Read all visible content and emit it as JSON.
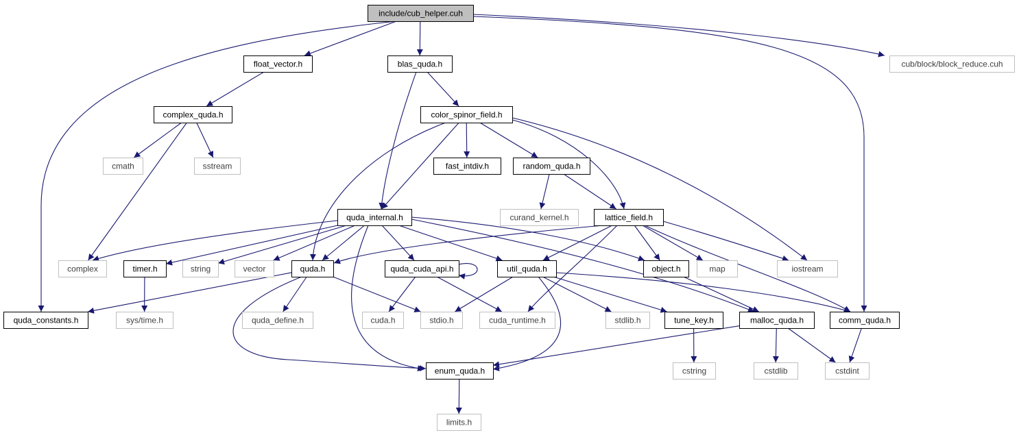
{
  "graph": {
    "colors": {
      "edge": "#191970",
      "local_border": "#000000",
      "system_border": "#bfbfbf",
      "system_text": "#404040",
      "root_fill": "#bfbfbf"
    },
    "nodes": [
      {
        "id": "cub_helper",
        "label": "include/cub_helper.cuh",
        "kind": "root"
      },
      {
        "id": "quda_constants",
        "label": "quda_constants.h",
        "kind": "local"
      },
      {
        "id": "float_vector",
        "label": "float_vector.h",
        "kind": "local"
      },
      {
        "id": "blas_quda",
        "label": "blas_quda.h",
        "kind": "local"
      },
      {
        "id": "cub_block_reduce",
        "label": "cub/block/block_reduce.cuh",
        "kind": "system"
      },
      {
        "id": "comm_quda",
        "label": "comm_quda.h",
        "kind": "local"
      },
      {
        "id": "complex_quda",
        "label": "complex_quda.h",
        "kind": "local"
      },
      {
        "id": "cmath",
        "label": "cmath",
        "kind": "system"
      },
      {
        "id": "sstream",
        "label": "sstream",
        "kind": "system"
      },
      {
        "id": "complex",
        "label": "complex",
        "kind": "system"
      },
      {
        "id": "quda_internal",
        "label": "quda_internal.h",
        "kind": "local"
      },
      {
        "id": "color_spinor_field",
        "label": "color_spinor_field.h",
        "kind": "local"
      },
      {
        "id": "timer",
        "label": "timer.h",
        "kind": "local"
      },
      {
        "id": "string",
        "label": "string",
        "kind": "system"
      },
      {
        "id": "vector",
        "label": "vector",
        "kind": "system"
      },
      {
        "id": "quda",
        "label": "quda.h",
        "kind": "local"
      },
      {
        "id": "quda_cuda_api",
        "label": "quda_cuda_api.h",
        "kind": "local"
      },
      {
        "id": "util_quda",
        "label": "util_quda.h",
        "kind": "local"
      },
      {
        "id": "object",
        "label": "object.h",
        "kind": "local"
      },
      {
        "id": "malloc_quda",
        "label": "malloc_quda.h",
        "kind": "local"
      },
      {
        "id": "enum_quda",
        "label": "enum_quda.h",
        "kind": "local"
      },
      {
        "id": "sys_time",
        "label": "sys/time.h",
        "kind": "system"
      },
      {
        "id": "quda_define",
        "label": "quda_define.h",
        "kind": "system"
      },
      {
        "id": "stdio",
        "label": "stdio.h",
        "kind": "system"
      },
      {
        "id": "cuda",
        "label": "cuda.h",
        "kind": "system"
      },
      {
        "id": "cuda_runtime",
        "label": "cuda_runtime.h",
        "kind": "system"
      },
      {
        "id": "limits",
        "label": "limits.h",
        "kind": "system"
      },
      {
        "id": "stdlib",
        "label": "stdlib.h",
        "kind": "system"
      },
      {
        "id": "tune_key",
        "label": "tune_key.h",
        "kind": "local"
      },
      {
        "id": "cstring",
        "label": "cstring",
        "kind": "system"
      },
      {
        "id": "cstdlib",
        "label": "cstdlib",
        "kind": "system"
      },
      {
        "id": "cstdint",
        "label": "cstdint",
        "kind": "system"
      },
      {
        "id": "fast_intdiv",
        "label": "fast_intdiv.h",
        "kind": "local"
      },
      {
        "id": "random_quda",
        "label": "random_quda.h",
        "kind": "local"
      },
      {
        "id": "lattice_field",
        "label": "lattice_field.h",
        "kind": "local"
      },
      {
        "id": "curand_kernel",
        "label": "curand_kernel.h",
        "kind": "system"
      },
      {
        "id": "map",
        "label": "map",
        "kind": "system"
      },
      {
        "id": "iostream",
        "label": "iostream",
        "kind": "system"
      }
    ],
    "edges": [
      [
        "cub_helper",
        "quda_constants"
      ],
      [
        "cub_helper",
        "float_vector"
      ],
      [
        "cub_helper",
        "blas_quda"
      ],
      [
        "cub_helper",
        "cub_block_reduce"
      ],
      [
        "cub_helper",
        "comm_quda"
      ],
      [
        "float_vector",
        "complex_quda"
      ],
      [
        "complex_quda",
        "cmath"
      ],
      [
        "complex_quda",
        "sstream"
      ],
      [
        "complex_quda",
        "complex"
      ],
      [
        "blas_quda",
        "quda_internal"
      ],
      [
        "blas_quda",
        "color_spinor_field"
      ],
      [
        "quda_internal",
        "complex"
      ],
      [
        "quda_internal",
        "timer"
      ],
      [
        "quda_internal",
        "string"
      ],
      [
        "quda_internal",
        "vector"
      ],
      [
        "quda_internal",
        "quda"
      ],
      [
        "quda_internal",
        "quda_cuda_api"
      ],
      [
        "quda_internal",
        "util_quda"
      ],
      [
        "quda_internal",
        "object"
      ],
      [
        "quda_internal",
        "malloc_quda"
      ],
      [
        "quda_internal",
        "enum_quda"
      ],
      [
        "timer",
        "sys_time"
      ],
      [
        "quda",
        "quda_constants"
      ],
      [
        "quda",
        "quda_define"
      ],
      [
        "quda",
        "stdio"
      ],
      [
        "quda",
        "enum_quda"
      ],
      [
        "quda_cuda_api",
        "quda_cuda_api"
      ],
      [
        "quda_cuda_api",
        "cuda"
      ],
      [
        "quda_cuda_api",
        "cuda_runtime"
      ],
      [
        "util_quda",
        "stdio"
      ],
      [
        "util_quda",
        "enum_quda"
      ],
      [
        "util_quda",
        "stdlib"
      ],
      [
        "util_quda",
        "tune_key"
      ],
      [
        "util_quda",
        "comm_quda"
      ],
      [
        "object",
        "malloc_quda"
      ],
      [
        "malloc_quda",
        "enum_quda"
      ],
      [
        "malloc_quda",
        "cstdlib"
      ],
      [
        "malloc_quda",
        "cstdint"
      ],
      [
        "enum_quda",
        "limits"
      ],
      [
        "tune_key",
        "cstring"
      ],
      [
        "comm_quda",
        "cstdint"
      ],
      [
        "color_spinor_field",
        "quda_internal"
      ],
      [
        "color_spinor_field",
        "quda"
      ],
      [
        "color_spinor_field",
        "fast_intdiv"
      ],
      [
        "color_spinor_field",
        "random_quda"
      ],
      [
        "color_spinor_field",
        "lattice_field"
      ],
      [
        "color_spinor_field",
        "iostream"
      ],
      [
        "random_quda",
        "curand_kernel"
      ],
      [
        "random_quda",
        "lattice_field"
      ],
      [
        "lattice_field",
        "quda"
      ],
      [
        "lattice_field",
        "util_quda"
      ],
      [
        "lattice_field",
        "cuda_runtime"
      ],
      [
        "lattice_field",
        "object"
      ],
      [
        "lattice_field",
        "map"
      ],
      [
        "lattice_field",
        "iostream"
      ],
      [
        "lattice_field",
        "comm_quda"
      ]
    ]
  }
}
